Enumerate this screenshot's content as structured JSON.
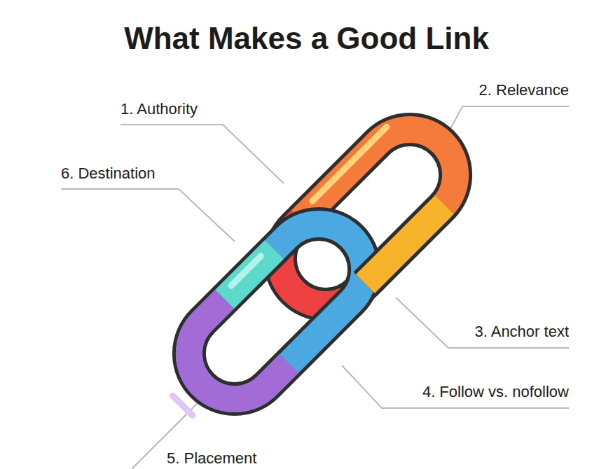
{
  "diagram": {
    "title": "What Makes a Good Link",
    "labels": [
      "1. Authority",
      "2. Relevance",
      "6. Destination",
      "3. Anchor text",
      "4. Follow vs. nofollow",
      "5. Placement"
    ]
  }
}
